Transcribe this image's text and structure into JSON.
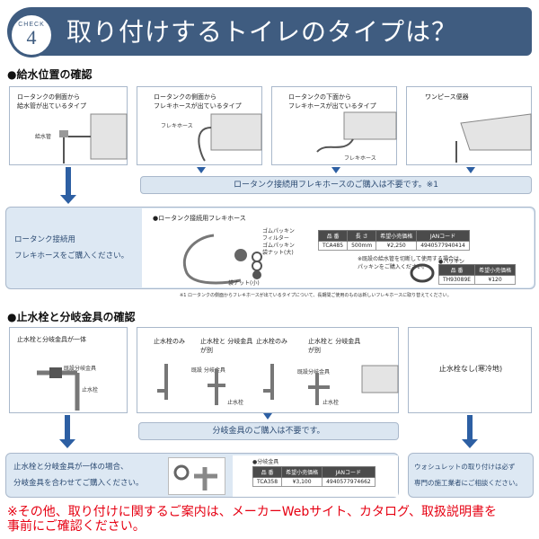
{
  "header": {
    "check_label": "CHECK",
    "check_number": "4",
    "title": "取り付けするトイレのタイプは？"
  },
  "section1": {
    "title": "●給水位置の確認",
    "cards": [
      {
        "label_lines": [
          "ロータンクの側面から",
          "給水管が出ているタイプ"
        ],
        "part_label": "給水管"
      },
      {
        "label_lines": [
          "ロータンクの側面から",
          "フレキホースが出ているタイプ"
        ],
        "part_label": "フレキホース"
      },
      {
        "label_lines": [
          "ロータンクの下面から",
          "フレキホースが出ているタイプ"
        ],
        "part_label": "フレキホース"
      },
      {
        "label_lines": [
          "ワンピース便器"
        ],
        "part_label": ""
      }
    ],
    "notice_bar": "ロータンク接続用フレキホースのご購入は不要です。※1",
    "purchase_panel": {
      "text_lines": [
        "ロータンク接続用",
        "フレキホースをご購入ください。"
      ],
      "product_title": "●ロータンク接続用フレキホース",
      "parts": [
        "ゴムパッキン",
        "フィルター",
        "ゴムパッキン",
        "袋ナット(大)",
        "袋ナット(小)"
      ],
      "table": {
        "headers": [
          "品 番",
          "長 さ",
          "希望小売価格",
          "JANコード"
        ],
        "row": [
          "TCA485",
          "500mm",
          "¥2,250",
          "4940577940414"
        ]
      },
      "note_lines": [
        "※既設の給水管を切断して使用する場合は、",
        "パッキンをご購入ください。"
      ],
      "packing_title": "●パッキン",
      "packing_table": {
        "headers": [
          "品 番",
          "希望小売価格"
        ],
        "row": [
          "TH93089E",
          "¥120"
        ]
      }
    },
    "footnote": "※1 ロータンクの側面からフレキホースが出ているタイプについて、長期間ご使用のものは新しいフレキホースに取り替えてください。"
  },
  "section2": {
    "title": "●止水栓と分岐金具の確認",
    "card_integrated": {
      "label": "止水栓と分岐金具が一体",
      "part1": "既設分岐金具",
      "part2": "止水栓"
    },
    "card_variants": {
      "labels": [
        "止水栓のみ",
        "止水栓と 分岐金具が別",
        "止水栓のみ",
        "止水栓と 分岐金具が別"
      ],
      "part1": "既設 分岐金具",
      "part2": "止水栓",
      "part3": "既設分岐金具",
      "part4": "止水栓"
    },
    "card_cold": {
      "label": "止水栓なし(寒冷地)"
    },
    "notice_bar": "分岐金具のご購入は不要です。",
    "panel_left": {
      "text_lines": [
        "止水栓と分岐金具が一体の場合、",
        "分岐金具を合わせてご購入ください。"
      ],
      "product_title": "●分岐金具",
      "table": {
        "headers": [
          "品 番",
          "希望小売価格",
          "JANコード"
        ],
        "row": [
          "TCA358",
          "¥3,100",
          "4940577974662"
        ]
      }
    },
    "panel_right": {
      "text_lines": [
        "ウォシュレットの取り付けは必ず",
        "専門の施工業者にご相談ください。"
      ]
    }
  },
  "footer": {
    "lines": [
      "※その他、取り付けに関するご案内は、メーカーWebサイト、カタログ、取扱説明書を",
      "事前にご確認ください。"
    ]
  },
  "colors": {
    "header": "#3f5c80",
    "accent_blue": "#2d5fa3",
    "panel": "#dde8f3",
    "footer_red": "#e60012"
  }
}
